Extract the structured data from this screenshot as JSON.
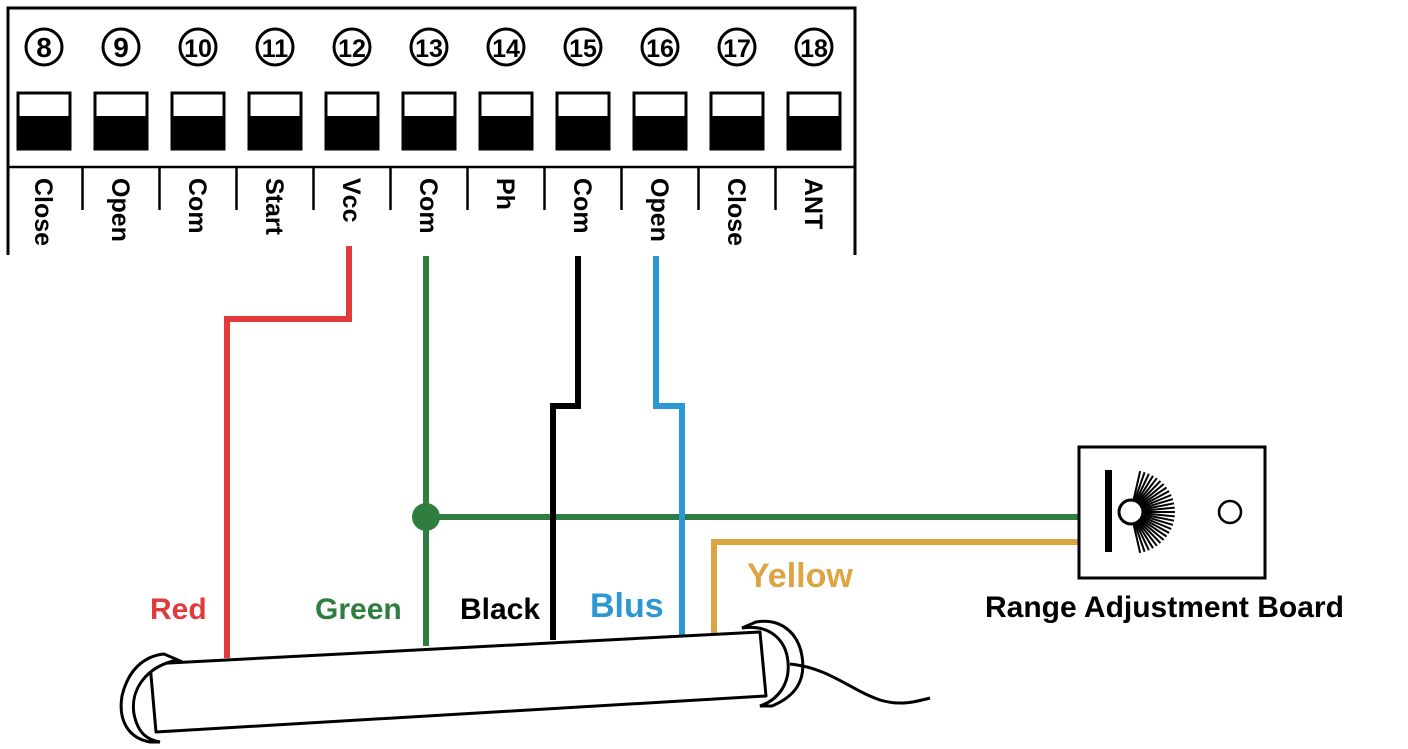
{
  "terminal_block": {
    "terminals": [
      {
        "number": "8",
        "label": "Close"
      },
      {
        "number": "9",
        "label": "Open"
      },
      {
        "number": "10",
        "label": "Com"
      },
      {
        "number": "11",
        "label": "Start"
      },
      {
        "number": "12",
        "label": "Vcc"
      },
      {
        "number": "13",
        "label": "Com"
      },
      {
        "number": "14",
        "label": "Ph"
      },
      {
        "number": "15",
        "label": "Com"
      },
      {
        "number": "16",
        "label": "Open"
      },
      {
        "number": "17",
        "label": "Close"
      },
      {
        "number": "18",
        "label": "ANT"
      }
    ]
  },
  "wires": {
    "red": {
      "label": "Red",
      "color": "#e23a3a"
    },
    "green": {
      "label": "Green",
      "color": "#2f7d3f"
    },
    "black": {
      "label": "Black",
      "color": "#000000"
    },
    "blue": {
      "label": "Blus",
      "color": "#2b97d3"
    },
    "yellow": {
      "label": "Yellow",
      "color": "#dca443"
    }
  },
  "board": {
    "label": "Range Adjustment Board"
  }
}
